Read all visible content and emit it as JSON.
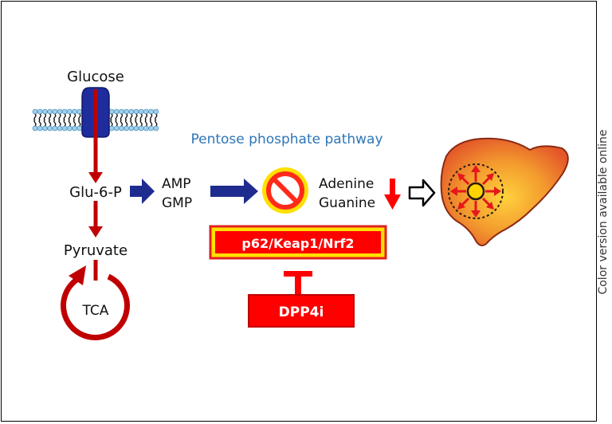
{
  "side_note": "Color version available online",
  "labels": {
    "glucose": "Glucose",
    "glu6p": "Glu-6-P",
    "pyruvate": "Pyruvate",
    "tca": "TCA",
    "ppp": "Pentose phosphate pathway",
    "amp": "AMP",
    "gmp": "GMP",
    "adenine": "Adenine",
    "guanine": "Guanine",
    "p62": "p62/Keap1/Nrf2",
    "dpp4i": "DPP4i"
  },
  "colors": {
    "dark_red": "#c00000",
    "navy": "#1f2c8f",
    "ppp_blue": "#2e75b6",
    "red": "#ff0000",
    "yellow": "#ffe000",
    "liver_orange": "#f07828",
    "membrane_blue": "#9fd0ec"
  }
}
